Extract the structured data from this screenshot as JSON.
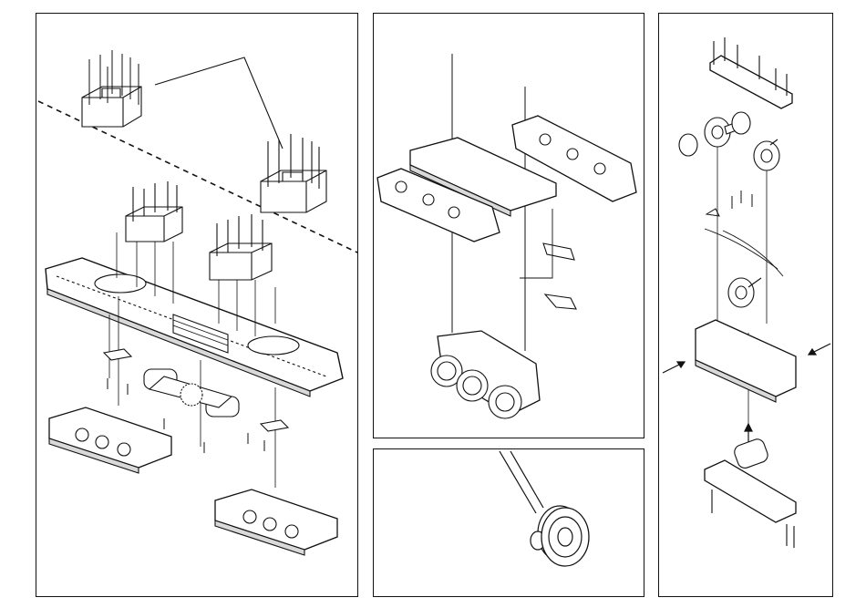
{
  "diagram": {
    "type": "exploded-assembly-view",
    "colors": {
      "ink": "#111111",
      "paper": "#ffffff",
      "shade": "#d9d9d9"
    },
    "panels": [
      {
        "id": "chassis-overview",
        "parts": [
          "weight-block",
          "weight-block",
          "weight-block",
          "frame",
          "motor",
          "flywheel",
          "bogie",
          "bogie"
        ]
      },
      {
        "id": "bogie-exploded",
        "parts": [
          "bogie-frame",
          "gearbox",
          "gearbox",
          "wheel-set",
          "coupler-hook",
          "screw"
        ]
      },
      {
        "id": "wheel-detail",
        "parts": [
          "tweezers",
          "wheel-set"
        ]
      },
      {
        "id": "motor-block",
        "parts": [
          "top-plate",
          "wheel",
          "wheel",
          "wheel",
          "traction-tire",
          "gear-housing",
          "motor",
          "bottom-plate"
        ]
      }
    ]
  }
}
